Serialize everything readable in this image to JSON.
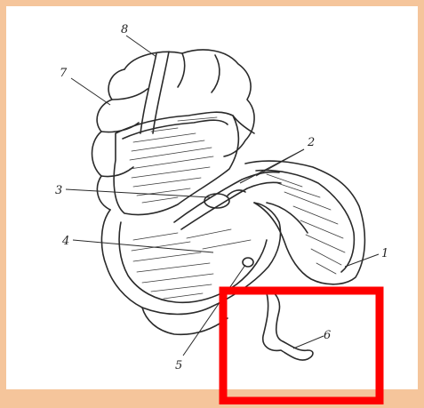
{
  "labels": {
    "l1": "1",
    "l2": "2",
    "l3": "3",
    "l4": "4",
    "l5": "5",
    "l6": "6",
    "l7": "7",
    "l8": "8"
  },
  "colors": {
    "border": "#f5c59b",
    "paper": "#ffffff",
    "ink": "#2a2a2a",
    "highlight_box": "#ff0000"
  }
}
